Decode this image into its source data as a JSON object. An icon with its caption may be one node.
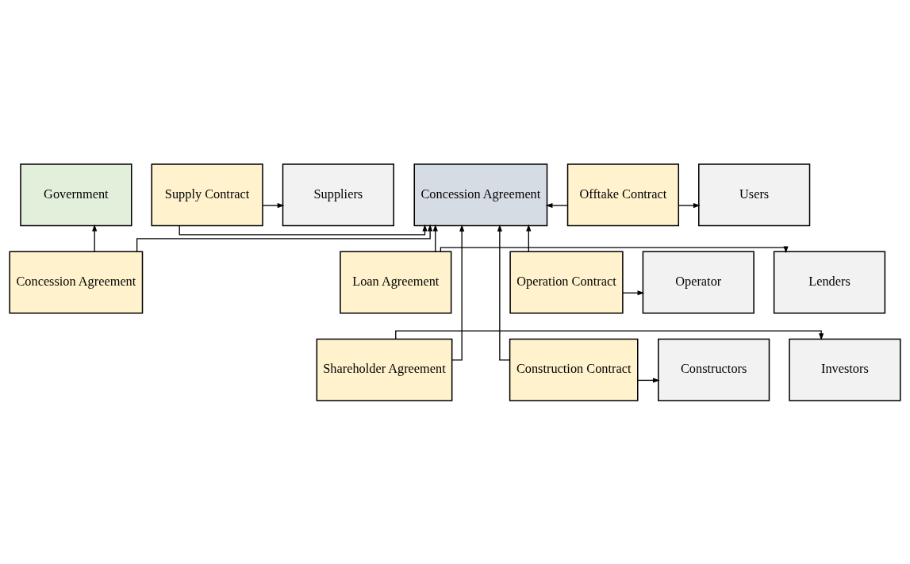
{
  "diagram": {
    "nodes": [
      {
        "text": [
          "Government"
        ]
      },
      {
        "text": [
          "Concession Agreement"
        ]
      },
      {
        "text": [
          "Concession Agreement"
        ]
      },
      {
        "text": [
          "Suppliers"
        ]
      },
      {
        "text": [
          "Supply Contract"
        ]
      },
      {
        "text": [
          "Offtake Contract"
        ]
      },
      {
        "text": [
          "Users"
        ]
      },
      {
        "text": [
          "Lenders"
        ]
      },
      {
        "text": [
          "Loan Agreement"
        ]
      },
      {
        "text": [
          "Operation Contract"
        ]
      },
      {
        "text": [
          "Operator"
        ]
      },
      {
        "text": [
          "Investors"
        ]
      },
      {
        "text": [
          "Shareholder Agreement"
        ]
      },
      {
        "text": [
          "Construction Contract"
        ]
      },
      {
        "text": [
          "Constructors"
        ]
      }
    ],
    "edges": [
      {
        "from": 1,
        "to": 0,
        "arrow": "to"
      },
      {
        "from": 1,
        "to": 2,
        "arrow": "to"
      },
      {
        "from": 4,
        "to": 3,
        "arrow": "to"
      },
      {
        "from": 4,
        "to": 2,
        "arrow": "to"
      },
      {
        "from": 5,
        "to": 2,
        "arrow": "to"
      },
      {
        "from": 5,
        "to": 6,
        "arrow": "to"
      },
      {
        "from": 8,
        "to": 7,
        "arrow": "to"
      },
      {
        "from": 8,
        "to": 2,
        "arrow": "to"
      },
      {
        "from": 9,
        "to": 2,
        "arrow": "to"
      },
      {
        "from": 9,
        "to": 10,
        "arrow": "to"
      },
      {
        "from": 12,
        "to": 11,
        "arrow": "to"
      },
      {
        "from": 12,
        "to": 2,
        "arrow": "to"
      },
      {
        "from": 13,
        "to": 2,
        "arrow": "to"
      },
      {
        "from": 13,
        "to": 14,
        "arrow": "to"
      }
    ]
  }
}
